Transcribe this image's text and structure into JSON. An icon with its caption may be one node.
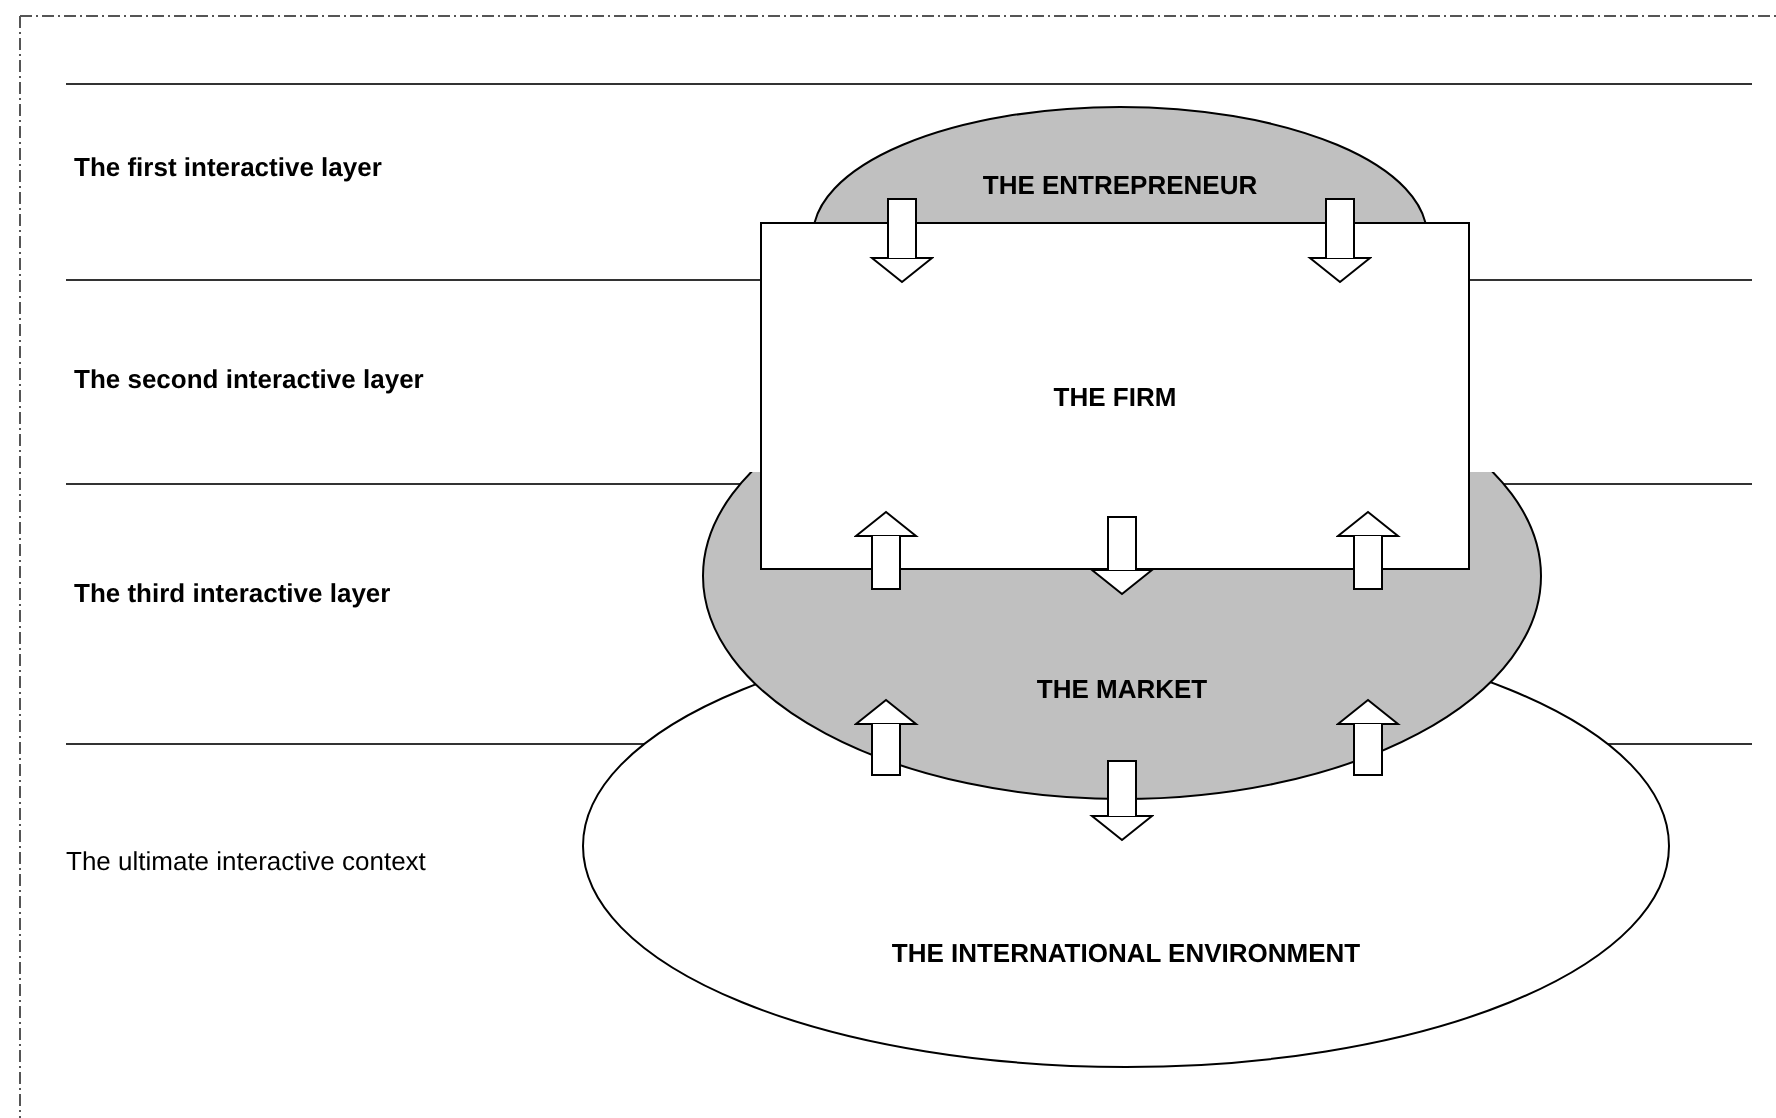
{
  "diagram": {
    "nodes": [
      {
        "text": [
          "THE ENTREPRENEUR"
        ]
      },
      {
        "text": [
          "THE FIRM"
        ]
      },
      {
        "text": [
          "THE MARKET"
        ]
      },
      {
        "text": [
          "THE INTERNATIONAL ENVIRONMENT"
        ]
      }
    ],
    "edges": [
      {
        "from": 0,
        "to": 1,
        "arrow": "to"
      },
      {
        "from": 0,
        "to": 1,
        "arrow": "to"
      },
      {
        "from": 2,
        "to": 1,
        "arrow": "to"
      },
      {
        "from": 1,
        "to": 2,
        "arrow": "to"
      },
      {
        "from": 2,
        "to": 1,
        "arrow": "to"
      },
      {
        "from": 3,
        "to": 2,
        "arrow": "to"
      },
      {
        "from": 2,
        "to": 3,
        "arrow": "to"
      },
      {
        "from": 3,
        "to": 2,
        "arrow": "to"
      }
    ],
    "labels": [
      "The first interactive layer",
      "The second interactive layer",
      "The third interactive layer",
      "The ultimate interactive context"
    ]
  }
}
